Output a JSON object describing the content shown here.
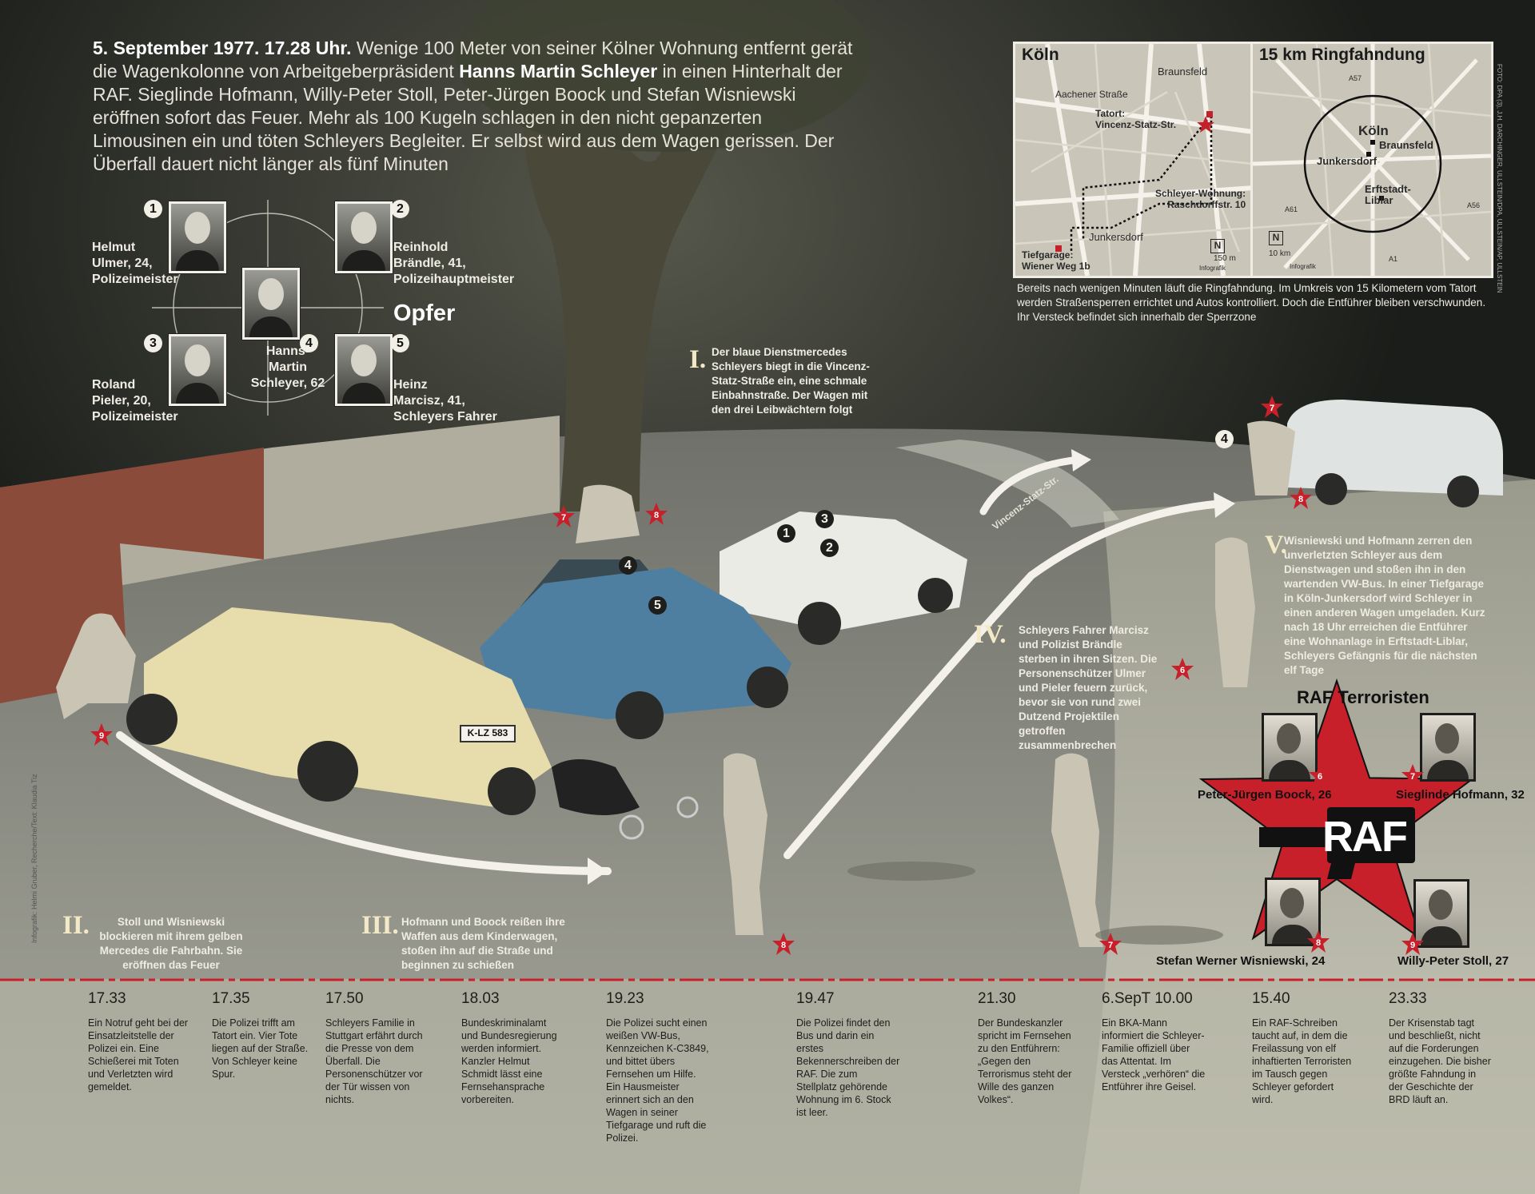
{
  "intro": {
    "lead": "5. September 1977. 17.28 Uhr.",
    "text_before": " Wenige 100 Meter von seiner Kölner Wohnung entfernt gerät die Wagenkolonne von Arbeitgeberpräsident ",
    "name": "Hanns Martin Schleyer",
    "text_after": " in einen Hinterhalt der RAF. Sieglinde Hofmann, Willy-Peter Stoll, Peter-Jürgen Boock und Stefan Wisniewski eröffnen sofort das Feuer. Mehr als 100 Kugeln schlagen in den nicht gepanzerten Limousinen ein und töten Schleyers Begleiter. Er selbst wird aus dem Wagen gerissen. Der Überfall dauert nicht länger als fünf Minuten"
  },
  "victims": {
    "heading": "Opfer",
    "items": [
      {
        "num": "1",
        "line1": "Helmut",
        "line2": "Ulmer, 24,",
        "line3": "Polizeimeister"
      },
      {
        "num": "2",
        "line1": "Reinhold",
        "line2": "Brändle, 41,",
        "line3": "Polizeihauptmeister"
      },
      {
        "num": "3",
        "line1": "Roland",
        "line2": "Pieler, 20,",
        "line3": "Polizeimeister"
      },
      {
        "num": "4",
        "line1": "Hanns-",
        "line2": "Martin",
        "line3": "Schleyer, 62"
      },
      {
        "num": "5",
        "line1": "Heinz",
        "line2": "Marcisz, 41,",
        "line3": "Schleyers Fahrer"
      }
    ]
  },
  "maps": {
    "koeln": {
      "title": "Köln",
      "braunsfeld": "Braunsfeld",
      "aachener": "Aachener Straße",
      "tatort1": "Tatort:",
      "tatort2": "Vincenz-Statz-Str.",
      "wohnung1": "Schleyer-Wohnung:",
      "wohnung2": "Raschdorffstr. 10",
      "junkersdorf": "Junkersdorf",
      "tiefgarage1": "Tiefgarage:",
      "tiefgarage2": "Wiener Weg 1b",
      "scale": "150 m",
      "north": "N",
      "credit": "Infografik"
    },
    "ring": {
      "title": "15 km Ringfahndung",
      "a57": "A57",
      "koeln": "Köln",
      "braunsfeld": "Braunsfeld",
      "junkersdorf": "Junkersdorf",
      "erftstadt1": "Erftstadt-",
      "erftstadt2": "Liblar",
      "a61": "A61",
      "a56": "A56",
      "a1": "A1",
      "scale": "10 km",
      "north": "N",
      "credit": "Infografik"
    },
    "caption": "Bereits nach wenigen Minuten läuft die Ringfahndung. Im Umkreis von 15 Kilometern vom Tatort werden Straßensperren errichtet und Autos kontrolliert. Doch die Entführer bleiben verschwunden. Ihr Versteck befindet sich innerhalb der Sperrzone"
  },
  "photo_credit": "FOTO: DPA (3), J.H. DARCHINGER, ULLSTEIN/DPA, ULLSTEIN/AP, ULLSTEIN",
  "side_credit": "Infografik: Helmi Gruber, Recherche/Text: Klaudia Tiz",
  "street": "Vincenz-Statz-Str.",
  "car_plate": "K-LZ 583",
  "steps": [
    {
      "roman": "I.",
      "text": "Der blaue Dienstmercedes Schleyers biegt in die Vincenz-Statz-Straße ein, eine schmale Einbahnstraße. Der Wagen mit den drei Leibwächtern folgt"
    },
    {
      "roman": "II.",
      "text": "Stoll und Wisniewski blockieren mit ihrem gelben Mercedes die Fahrbahn. Sie eröffnen das Feuer"
    },
    {
      "roman": "III.",
      "text": "Hofmann und Boock reißen ihre Waffen aus dem Kinderwagen, stoßen ihn auf die Straße und beginnen zu schießen"
    },
    {
      "roman": "IV.",
      "text": "Schleyers Fahrer Marcisz und Polizist Brändle sterben in ihren Sitzen. Die Personenschützer Ulmer und Pieler feuern zurück, bevor sie von rund zwei Dutzend Projektilen getroffen zusammenbrechen"
    },
    {
      "roman": "V.",
      "text": "Wisniewski und Hofmann zerren den unverletzten Schleyer aus dem Dienstwagen und stoßen ihn in den wartenden VW-Bus. In einer Tiefgarage in Köln-Junkersdorf wird Schleyer in einen anderen Wagen umgeladen. Kurz nach 18 Uhr erreichen die Entführer eine Wohnanlage in Erftstadt-Liblar, Schleyers Gefängnis für die nächsten elf Tage"
    }
  ],
  "scene_markers": {
    "car_nums": [
      "1",
      "2",
      "3",
      "4",
      "5"
    ],
    "stars": [
      "9",
      "7",
      "8",
      "8",
      "6",
      "7",
      "7",
      "8"
    ],
    "van_person": "4"
  },
  "raf": {
    "title": "RAF Terroristen",
    "logo": "RAF",
    "members": [
      {
        "star": "6",
        "name": "Peter-Jürgen Boock, 26"
      },
      {
        "star": "7",
        "name": "Sieglinde Hofmann, 32"
      },
      {
        "star": "8",
        "name": "Stefan Werner Wisniewski, 24"
      },
      {
        "star": "9",
        "name": "Willy-Peter Stoll, 27"
      }
    ]
  },
  "timeline": [
    {
      "time": "17.33",
      "text": "Ein Notruf geht bei der Einsatzleitstelle der Polizei ein. Eine Schießerei mit Toten und Verletzten wird gemeldet."
    },
    {
      "time": "17.35",
      "text": "Die Polizei trifft am Tatort ein. Vier Tote liegen auf der Straße. Von Schleyer keine Spur."
    },
    {
      "time": "17.50",
      "text": "Schleyers Familie in Stuttgart erfährt durch die Presse von dem Überfall. Die Personenschützer vor der Tür wissen von nichts."
    },
    {
      "time": "18.03",
      "text": "Bundeskriminalamt und Bundesregierung werden informiert. Kanzler Helmut Schmidt lässt eine Fernsehansprache vorbereiten."
    },
    {
      "time": "19.23",
      "text": "Die Polizei sucht einen weißen VW-Bus, Kennzeichen K-C3849, und bittet übers Fernsehen um Hilfe. Ein Hausmeister erinnert sich an den Wagen in seiner Tiefgarage und ruft die Polizei."
    },
    {
      "time": "19.47",
      "text": "Die Polizei findet den Bus und darin ein erstes Bekennerschreiben der RAF. Die zum Stellplatz gehörende Wohnung im 6. Stock ist leer."
    },
    {
      "time": "21.30",
      "text": "Der Bundeskanzler spricht im Fernsehen zu den Entführern: „Gegen den Terrorismus steht der Wille des ganzen Volkes“."
    },
    {
      "time": "6.SepT 10.00",
      "text": "Ein BKA-Mann informiert die Schleyer-Familie offiziell über das Attentat. Im Versteck „verhören“ die Entführer ihre Geisel."
    },
    {
      "time": "15.40",
      "text": "Ein RAF-Schreiben taucht auf, in dem die Freilassung von elf inhaftierten Terroristen im Tausch gegen Schleyer gefordert wird."
    },
    {
      "time": "23.33",
      "text": "Der Krisenstab tagt und beschließt, nicht auf die Forderungen einzugehen. Die bisher größte Fahndung in der Geschichte der BRD läuft an."
    }
  ],
  "colors": {
    "star_red": "#c8202a",
    "sky": "#1b1d1a",
    "ground": "#b9b8a9",
    "timeline_red": "#c8202a"
  }
}
